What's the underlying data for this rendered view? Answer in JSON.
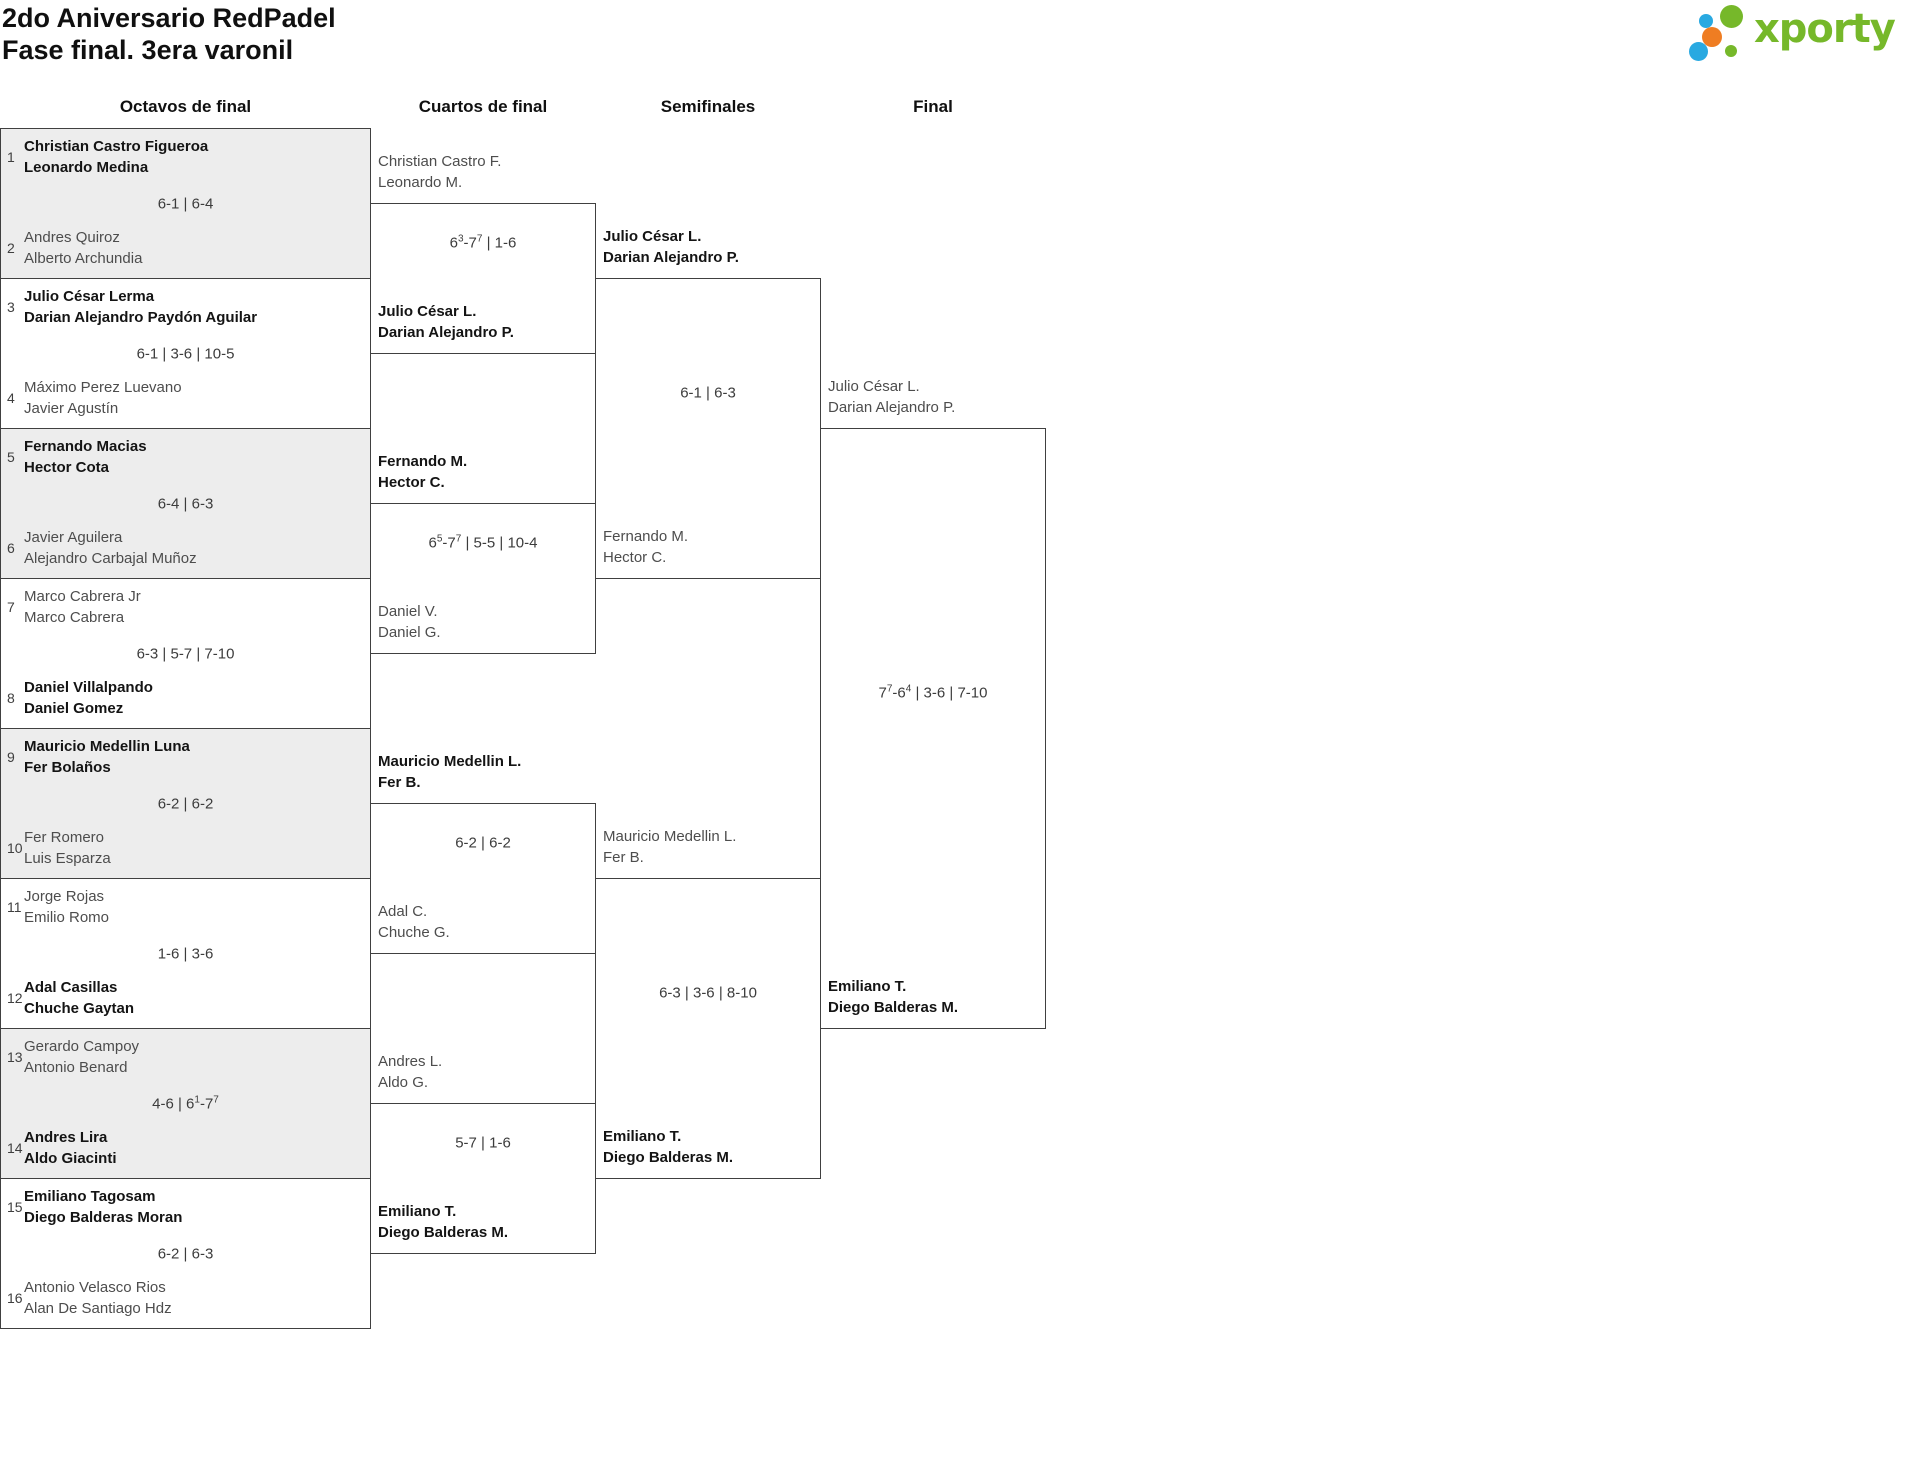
{
  "header": {
    "title_line1": "2do Aniversario RedPadel",
    "title_line2": "Fase final. 3era varonil"
  },
  "logo": {
    "text": "xporty",
    "green": "#76b82a",
    "blue": "#29a9e1",
    "orange": "#ef7d22"
  },
  "bracket": {
    "rounds": [
      {
        "name": "Octavos de final",
        "matches": [
          {
            "score": "6-1 | 6-4",
            "teams": [
              {
                "seed": "1",
                "players": [
                  "Christian Castro Figueroa",
                  "Leonardo Medina"
                ],
                "winner": true
              },
              {
                "seed": "2",
                "players": [
                  "Andres Quiroz",
                  "Alberto Archundia"
                ],
                "winner": false
              }
            ]
          },
          {
            "score": "6-1 | 3-6 | 10-5",
            "teams": [
              {
                "seed": "3",
                "players": [
                  "Julio César Lerma",
                  "Darian Alejandro Paydón Aguilar"
                ],
                "winner": true
              },
              {
                "seed": "4",
                "players": [
                  "Máximo Perez Luevano",
                  "Javier Agustín"
                ],
                "winner": false
              }
            ]
          },
          {
            "score": "6-4 | 6-3",
            "teams": [
              {
                "seed": "5",
                "players": [
                  "Fernando Macias",
                  "Hector Cota"
                ],
                "winner": true
              },
              {
                "seed": "6",
                "players": [
                  "Javier Aguilera",
                  "Alejandro Carbajal Muñoz"
                ],
                "winner": false
              }
            ]
          },
          {
            "score": "6-3 | 5-7 | 7-10",
            "teams": [
              {
                "seed": "7",
                "players": [
                  "Marco Cabrera Jr",
                  "Marco Cabrera"
                ],
                "winner": false
              },
              {
                "seed": "8",
                "players": [
                  "Daniel Villalpando",
                  "Daniel Gomez"
                ],
                "winner": true
              }
            ]
          },
          {
            "score": "6-2 | 6-2",
            "teams": [
              {
                "seed": "9",
                "players": [
                  "Mauricio Medellin Luna",
                  "Fer Bolaños"
                ],
                "winner": true
              },
              {
                "seed": "10",
                "players": [
                  "Fer Romero",
                  "Luis Esparza"
                ],
                "winner": false
              }
            ]
          },
          {
            "score": "1-6 | 3-6",
            "teams": [
              {
                "seed": "11",
                "players": [
                  "Jorge Rojas",
                  "Emilio Romo"
                ],
                "winner": false
              },
              {
                "seed": "12",
                "players": [
                  "Adal Casillas",
                  "Chuche Gaytan"
                ],
                "winner": true
              }
            ]
          },
          {
            "score": "4-6 | 6^1-7^7",
            "teams": [
              {
                "seed": "13",
                "players": [
                  "Gerardo Campoy",
                  "Antonio Benard"
                ],
                "winner": false
              },
              {
                "seed": "14",
                "players": [
                  "Andres Lira",
                  "Aldo Giacinti"
                ],
                "winner": true
              }
            ]
          },
          {
            "score": "6-2 | 6-3",
            "teams": [
              {
                "seed": "15",
                "players": [
                  "Emiliano Tagosam",
                  "Diego Balderas Moran"
                ],
                "winner": true
              },
              {
                "seed": "16",
                "players": [
                  "Antonio Velasco Rios",
                  "Alan De Santiago Hdz"
                ],
                "winner": false
              }
            ]
          }
        ]
      },
      {
        "name": "Cuartos de final",
        "matches": [
          {
            "score": "6^3-7^7 | 1-6",
            "teams": [
              {
                "players": [
                  "Christian Castro F.",
                  "Leonardo M."
                ],
                "winner": false
              },
              {
                "players": [
                  "Julio César L.",
                  "Darian Alejandro P."
                ],
                "winner": true
              }
            ]
          },
          {
            "score": "6^5-7^7 | 5-5 | 10-4",
            "teams": [
              {
                "players": [
                  "Fernando M.",
                  "Hector C."
                ],
                "winner": true
              },
              {
                "players": [
                  "Daniel V.",
                  "Daniel G."
                ],
                "winner": false
              }
            ]
          },
          {
            "score": "6-2 | 6-2",
            "teams": [
              {
                "players": [
                  "Mauricio Medellin L.",
                  "Fer B."
                ],
                "winner": true
              },
              {
                "players": [
                  "Adal C.",
                  "Chuche G."
                ],
                "winner": false
              }
            ]
          },
          {
            "score": "5-7 | 1-6",
            "teams": [
              {
                "players": [
                  "Andres L.",
                  "Aldo G."
                ],
                "winner": false
              },
              {
                "players": [
                  "Emiliano T.",
                  "Diego Balderas M."
                ],
                "winner": true
              }
            ]
          }
        ]
      },
      {
        "name": "Semifinales",
        "matches": [
          {
            "score": "6-1 | 6-3",
            "teams": [
              {
                "players": [
                  "Julio César L.",
                  "Darian Alejandro P."
                ],
                "winner": true
              },
              {
                "players": [
                  "Fernando M.",
                  "Hector C."
                ],
                "winner": false
              }
            ]
          },
          {
            "score": "6-3 | 3-6 | 8-10",
            "teams": [
              {
                "players": [
                  "Mauricio Medellin L.",
                  "Fer B."
                ],
                "winner": false
              },
              {
                "players": [
                  "Emiliano T.",
                  "Diego Balderas M."
                ],
                "winner": true
              }
            ]
          }
        ]
      },
      {
        "name": "Final",
        "matches": [
          {
            "score": "7^7-6^4 | 3-6 | 7-10",
            "teams": [
              {
                "players": [
                  "Julio César L.",
                  "Darian Alejandro P."
                ],
                "winner": false
              },
              {
                "players": [
                  "Emiliano T.",
                  "Diego Balderas M."
                ],
                "winner": true
              }
            ]
          }
        ]
      }
    ]
  }
}
